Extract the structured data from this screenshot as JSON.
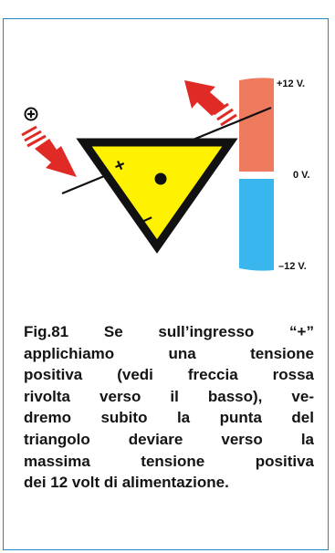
{
  "figure": {
    "scale_labels": {
      "top": "+12 V.",
      "middle": "0 V.",
      "bottom": "–12 V."
    },
    "input_plus_sign": "+",
    "input_minus_sign": "–",
    "colors": {
      "frame_border": "#1f86c9",
      "positive_band": "#ef7b5f",
      "negative_band": "#3ab6ee",
      "triangle_fill": "#fff200",
      "arrow_red": "#e02a26"
    }
  },
  "caption": {
    "lines": [
      "Fig.81 Se sull’ingresso “+”",
      "applichiamo una tensione",
      "positiva (vedi freccia rossa",
      "rivolta verso il basso), ve-",
      "dremo subito la punta del",
      "triangolo deviare verso la",
      "massima tensione positiva",
      "dei 12 volt di alimentazione."
    ]
  }
}
